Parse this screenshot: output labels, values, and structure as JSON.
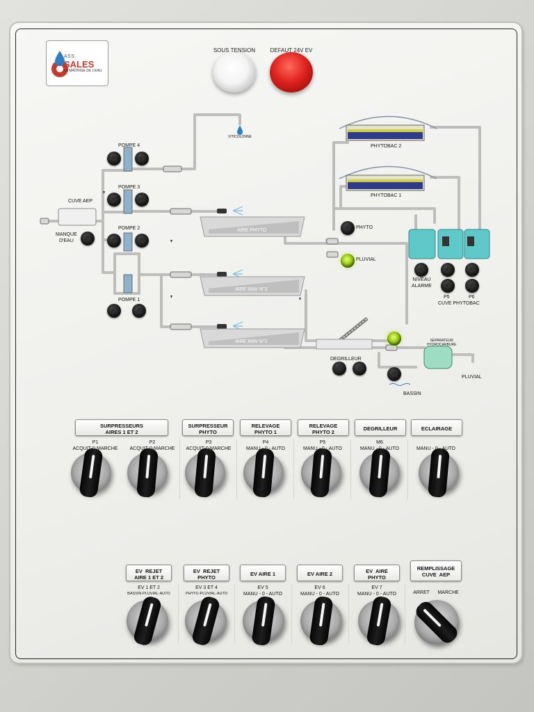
{
  "logo": {
    "small": "ASS.",
    "main": "SALES",
    "sub": "LA MAÎTRISE DE L'EAU"
  },
  "lights": {
    "power": "SOUS TENSION",
    "fault": "DEFAUT 24V EV"
  },
  "synoptic": {
    "viticolonne": "VITICOLONNE",
    "cuve_aep": "CUVE AEP",
    "manque_eau": "MANQUE\nD'EAU",
    "pompe4": "POMPE 4",
    "pompe3": "POMPE 3",
    "pompe2": "POMPE 2",
    "pompe1": "POMPE 1",
    "aire_phyto": "AIRE PHYTO",
    "aire_mav2": "AIRE MAV N°2",
    "aire_mav1": "AIRE MAV N°1",
    "phytobac2": "PHYTOBAC 2",
    "phytobac1": "PHYTOBAC 1",
    "phyto": "PHYTO",
    "pluvial_light": "PLUVIAL",
    "niveau_alarme": "NIVEAU\nALARME",
    "p5": "P5",
    "p6": "P6",
    "cuve_phytobac": "CUVE PHYTOBAC",
    "degrilleur": "DEGRILLEUR",
    "bassin": "BASSIN",
    "separateur": "SEPARATEUR\nHYDROCARBURE",
    "pluvial_out": "PLUVIAL"
  },
  "row1": [
    {
      "plate": "SURPRESSEURS\nAIRES 1 ET 2",
      "tag": "P1",
      "pos": "ACQUIT-0-MARCHE"
    },
    {
      "plate": "",
      "tag": "P2",
      "pos": "ACQUIT-0-MARCHE"
    },
    {
      "plate": "SURPRESSEUR\nPHYTO",
      "tag": "P3",
      "pos": "ACQUIT-0-MARCHE"
    },
    {
      "plate": "RELEVAGE\nPHYTO 1",
      "tag": "P4",
      "pos": "MANU - 0 - AUTO"
    },
    {
      "plate": "RELEVAGE\nPHYTO 2",
      "tag": "P5",
      "pos": "MANU - 0 - AUTO"
    },
    {
      "plate": "DEGRILLEUR",
      "tag": "M6",
      "pos": "MANU - 0 - AUTO"
    },
    {
      "plate": "ECLAIRAGE",
      "tag": "",
      "pos": "MANU - 0 - AUTO"
    }
  ],
  "row2": [
    {
      "plate": "EV  REJET\nAIRE 1 ET 2",
      "tag": "EV 1 ET 2",
      "pos": "BASSIN-PLUVIAL-AUTO"
    },
    {
      "plate": "EV  REJET\nPHYTO",
      "tag": "EV 3 ET 4",
      "pos": "PHYTO-PLUVIAL-AUTO"
    },
    {
      "plate": "EV  AIRE 1",
      "tag": "EV 5",
      "pos": "MANU - 0 - AUTO"
    },
    {
      "plate": "EV  AIRE 2",
      "tag": "EV 6",
      "pos": "MANU - 0 - AUTO"
    },
    {
      "plate": "EV  AIRE\nPHYTO",
      "tag": "EV 7",
      "pos": "MANU - 0 - AUTO"
    },
    {
      "plate": "REMPLISSAGE\nCUVE  AEP",
      "tag": "",
      "pos": "ARRET      MARCHE"
    }
  ],
  "colors": {
    "fault_lamp": "#e0241e",
    "run_lamp": "#9ccf1a",
    "panel": "#f2f2ef",
    "pipe": "#bdbdbd"
  }
}
